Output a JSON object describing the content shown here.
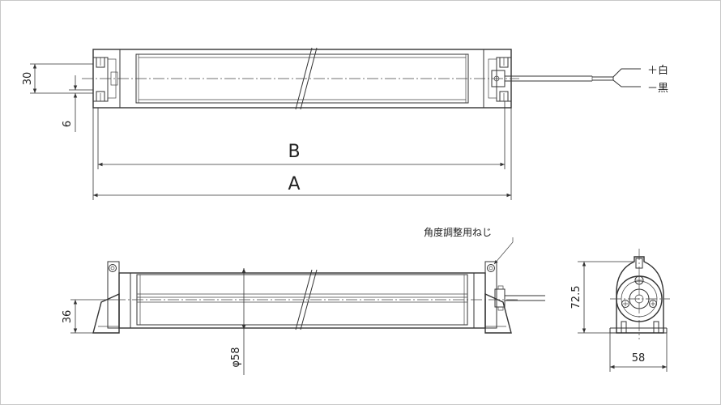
{
  "top_view": {
    "dim_height": "30",
    "dim_offset": "6",
    "dim_b": "B",
    "dim_a": "A",
    "wire_plus": "＋白",
    "wire_minus": "－黒"
  },
  "front_view": {
    "dim_height": "36",
    "dim_diameter": "φ58",
    "callout": "角度調整用ねじ"
  },
  "side_view": {
    "dim_height": "72.5",
    "dim_width": "58"
  }
}
